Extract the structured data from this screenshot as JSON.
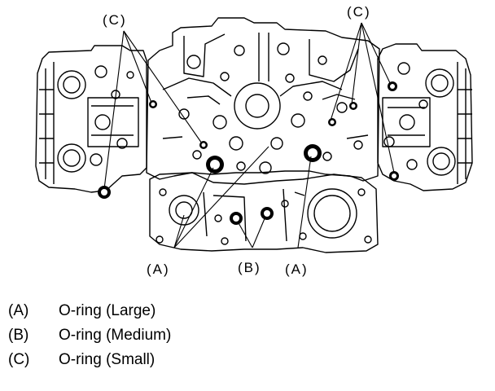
{
  "callouts": {
    "c_left": "(C)",
    "c_right": "(C)",
    "a_left": "(A)",
    "b_mid": "(B)",
    "a_right": "(A)"
  },
  "legend": [
    {
      "key": "(A)",
      "text": "O-ring (Large)"
    },
    {
      "key": "(B)",
      "text": "O-ring (Medium)"
    },
    {
      "key": "(C)",
      "text": "O-ring (Small)"
    }
  ]
}
